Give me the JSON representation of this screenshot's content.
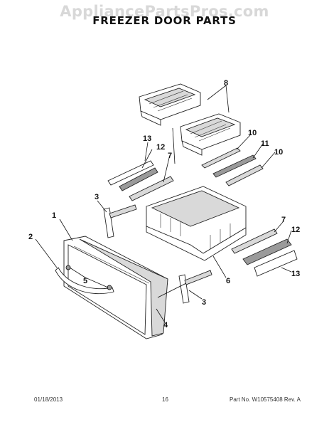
{
  "watermark": "AppliancePartsPros.com",
  "title": "FREEZER DOOR PARTS",
  "callouts": {
    "c1": "1",
    "c2": "2",
    "c3a": "3",
    "c3b": "3",
    "c4": "4",
    "c5": "5",
    "c6": "6",
    "c7a": "7",
    "c7b": "7",
    "c8": "8",
    "c10a": "10",
    "c10b": "10",
    "c11": "11",
    "c12a": "12",
    "c12b": "12",
    "c13a": "13",
    "c13b": "13"
  },
  "footer": {
    "date": "01/18/2013",
    "page": "16",
    "part_no": "Part No. W10575408  Rev. A"
  }
}
